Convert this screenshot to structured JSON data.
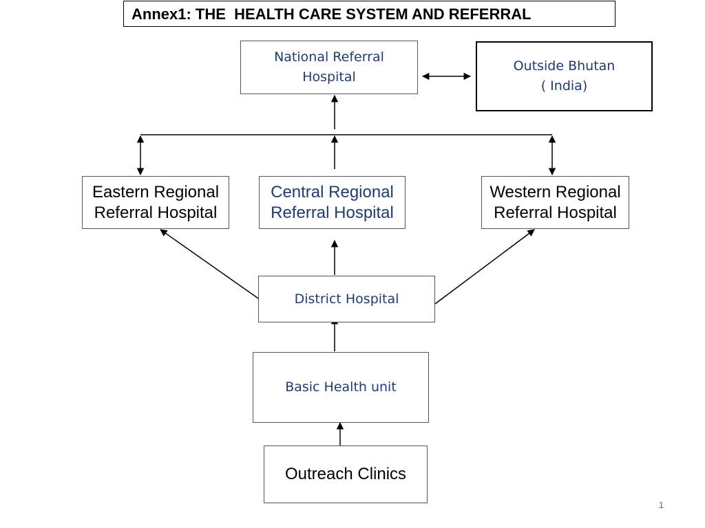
{
  "title": "Annex1: THE  HEALTH CARE SYSTEM AND REFERRAL",
  "nodes": {
    "national": {
      "line1": "National Referral",
      "line2": "Hospital"
    },
    "outside": {
      "line1": "Outside Bhutan",
      "line2": "( India)"
    },
    "eastern": {
      "line1": "Eastern Regional",
      "line2": "Referral Hospital"
    },
    "central": {
      "line1": "Central Regional",
      "line2": "Referral Hospital"
    },
    "western": {
      "line1": "Western Regional",
      "line2": "Referral Hospital"
    },
    "district": {
      "label": "District Hospital"
    },
    "bhu": {
      "label": "Basic Health unit"
    },
    "outreach": {
      "label": "Outreach Clinics"
    }
  },
  "page_number": "1",
  "colors": {
    "blue_text": "#1f3b73",
    "line": "#000000"
  }
}
